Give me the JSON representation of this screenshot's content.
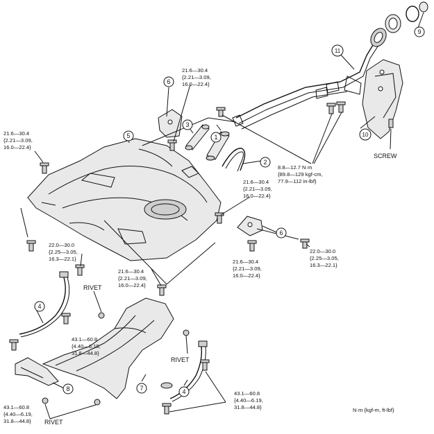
{
  "torque_specs": {
    "t216_a": [
      "21.6—30.4",
      "{2.21—3.09,",
      "16.0—22.4}"
    ],
    "t216_b": [
      "21.6—30.4",
      "{2.21—3.09,",
      "16.0—22.4}"
    ],
    "t216_c": [
      "21.6—30.4",
      "{2.21—3.09,",
      "16.0—22.4}"
    ],
    "t216_d": [
      "21.6—30.4",
      "{2.21—3.09,",
      "16.0—22.4}"
    ],
    "t216_e": [
      "21.6—30.4",
      "{2.21—3.09,",
      "16.0—22.4}"
    ],
    "t220_a": [
      "22.0—30.0",
      "{2.25—3.05,",
      "16.3—22.1}"
    ],
    "t220_b": [
      "22.0—30.0",
      "{2.25—3.05,",
      "16.3—22.1}"
    ],
    "t88": [
      "8.8—12.7 N·m",
      "{89.8—129 kgf-cm,",
      "77.9—112 in-lbf}"
    ],
    "t431_a": [
      "43.1—60.8",
      "{4.40—6.19,",
      "31.8—44.8}"
    ],
    "t431_b": [
      "43.1—60.8",
      "{4.40—6.19,",
      "31.8—44.8}"
    ],
    "t431_c": [
      "43.1—60.8",
      "{4.40—6.19,",
      "31.8—44.8}"
    ]
  },
  "labels": {
    "rivet_1": "RIVET",
    "rivet_2": "RIVET",
    "rivet_3": "RIVET",
    "screw": "SCREW",
    "units": "N·m {kgf-m, ft-lbf}"
  },
  "callouts": {
    "c1": "1",
    "c2": "2",
    "c3": "3",
    "c4a": "4",
    "c4b": "4",
    "c5": "5",
    "c6a": "6",
    "c6b": "6",
    "c7": "7",
    "c8": "8",
    "c9": "9",
    "c10": "10",
    "c11": "11"
  }
}
